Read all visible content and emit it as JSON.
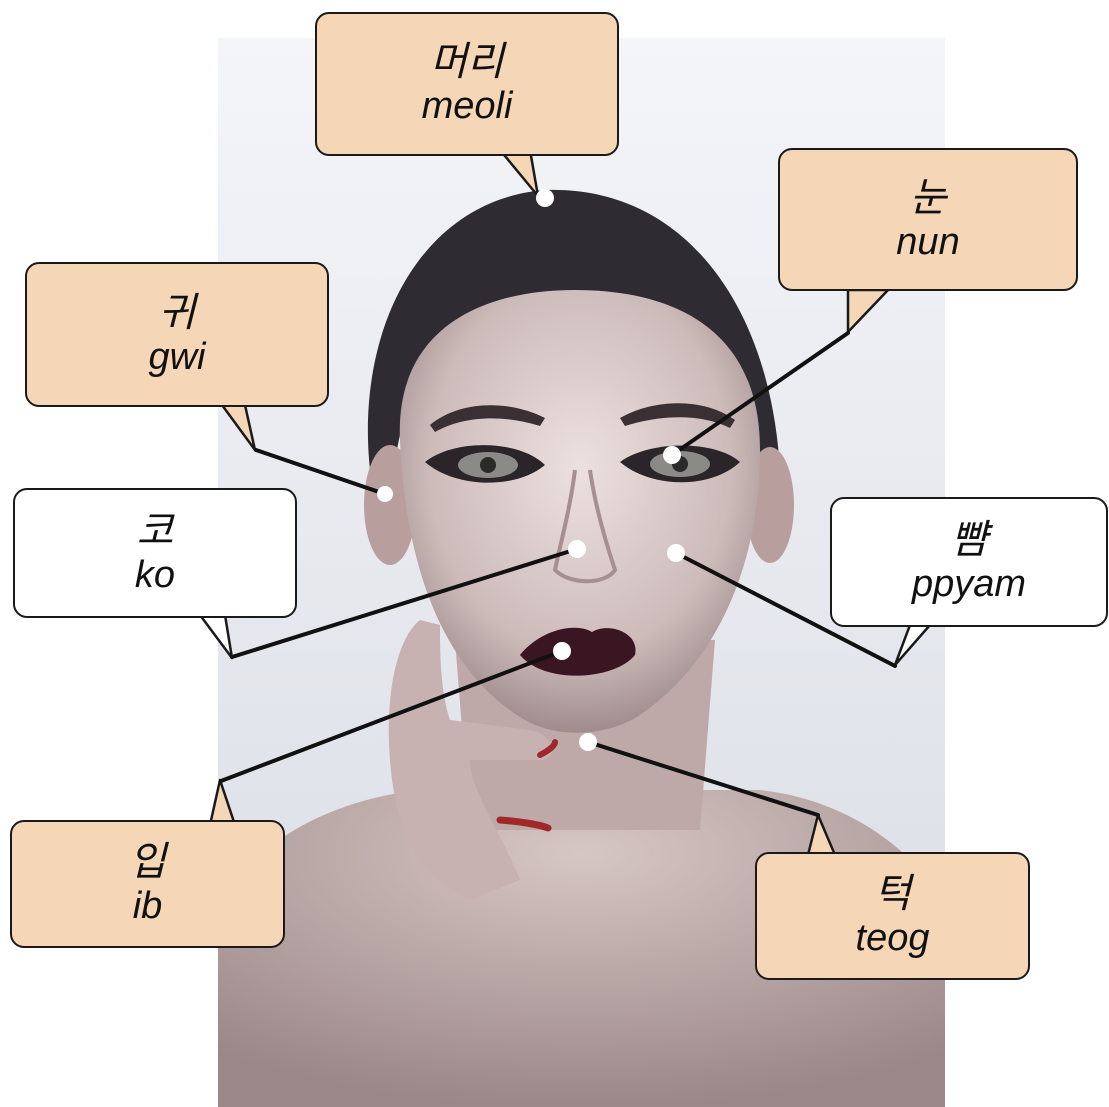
{
  "labels": {
    "hair": {
      "korean": "머리",
      "romanization": "meoli"
    },
    "eye": {
      "korean": "눈",
      "romanization": "nun"
    },
    "ear": {
      "korean": "귀",
      "romanization": "gwi"
    },
    "nose": {
      "korean": "코",
      "romanization": "ko"
    },
    "cheek": {
      "korean": "뺨",
      "romanization": "ppyam"
    },
    "mouth": {
      "korean": "입",
      "romanization": "ib"
    },
    "chin": {
      "korean": "턱",
      "romanization": "teog"
    }
  },
  "colors": {
    "tan_bubble": "#f5d6b6",
    "white_bubble": "#ffffff",
    "outline": "#1a1a1a",
    "marker": "#ffffff"
  }
}
